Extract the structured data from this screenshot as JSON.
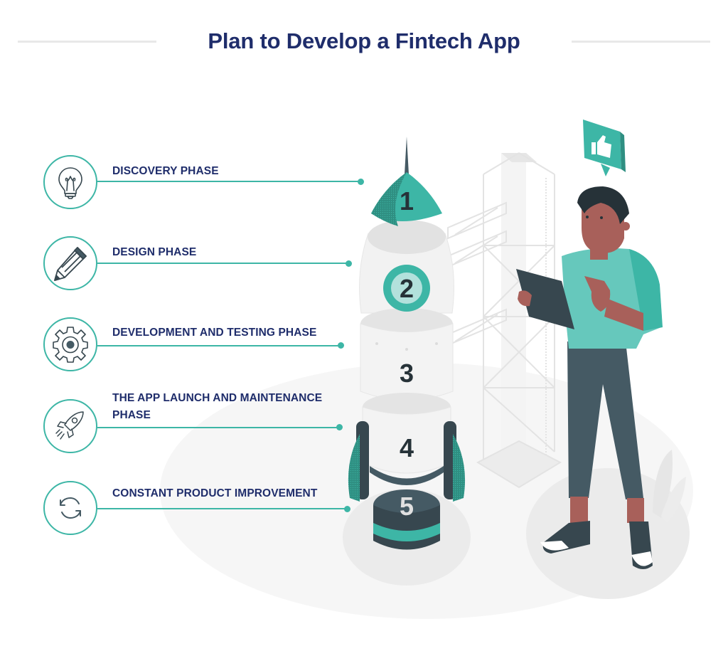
{
  "header": {
    "title": "Plan to Develop a Fintech App"
  },
  "steps": [
    {
      "number": "1",
      "label": "DISCOVERY PHASE",
      "icon": "lightbulb-icon"
    },
    {
      "number": "2",
      "label": "DESIGN PHASE",
      "icon": "pencil-icon"
    },
    {
      "number": "3",
      "label": "DEVELOPMENT AND TESTING PHASE",
      "icon": "gear-icon"
    },
    {
      "number": "4",
      "label_line1": "THE APP LAUNCH AND MAINTENANCE",
      "label_line2": "PHASE",
      "icon": "rocket-icon"
    },
    {
      "number": "5",
      "label": "CONSTANT PRODUCT IMPROVEMENT",
      "icon": "refresh-icon"
    }
  ],
  "illustration": {
    "description": "Rocket segmented into 5 numbered stages beside a launch tower; person holding a tablet with a thumbs-up speech bubble",
    "icons": [
      "thumbs-up-icon",
      "tablet-icon"
    ]
  },
  "colors": {
    "accent": "#3db6a6",
    "title": "#1f2d6b",
    "dark": "#263238",
    "slate": "#455a64",
    "skin": "#a8605a",
    "light_gray": "#f2f2f2"
  }
}
